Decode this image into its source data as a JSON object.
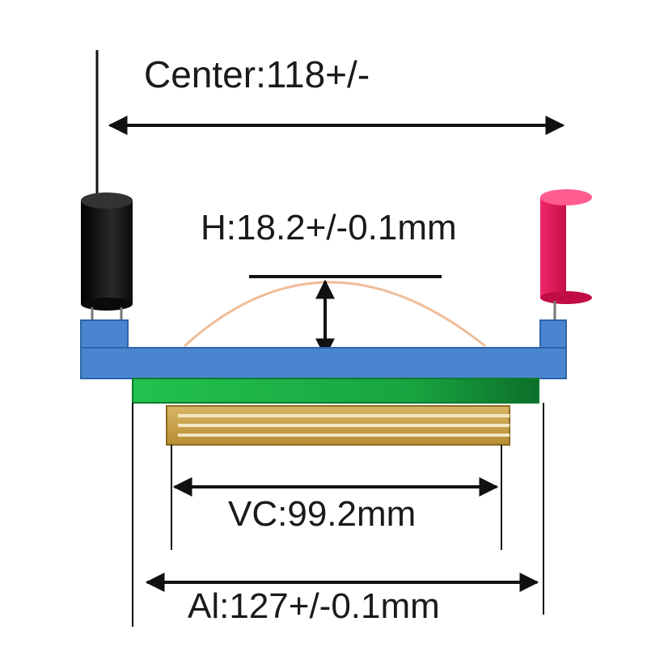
{
  "labels": {
    "center": "Center:118+/-",
    "height": "H:18.2+/-0.1mm",
    "vc": "VC:99.2mm",
    "al": "Al:127+/-0.1mm"
  },
  "colors": {
    "beam": "#4a86d0",
    "beam_edge": "#2f64a8",
    "green_plate": "#1fb84a",
    "green_plate_dark": "#0f7a2e",
    "left_cylinder": "#111111",
    "right_cylinder": "#e6185a",
    "coil": "#c9a24a",
    "coil_inner": "#f1e3bd",
    "arc": "#f0bd98",
    "line": "#111111"
  },
  "icons": {
    "left_component": "black-cylinder-icon",
    "right_component": "red-cylinder-icon",
    "coil": "coil-icon"
  }
}
